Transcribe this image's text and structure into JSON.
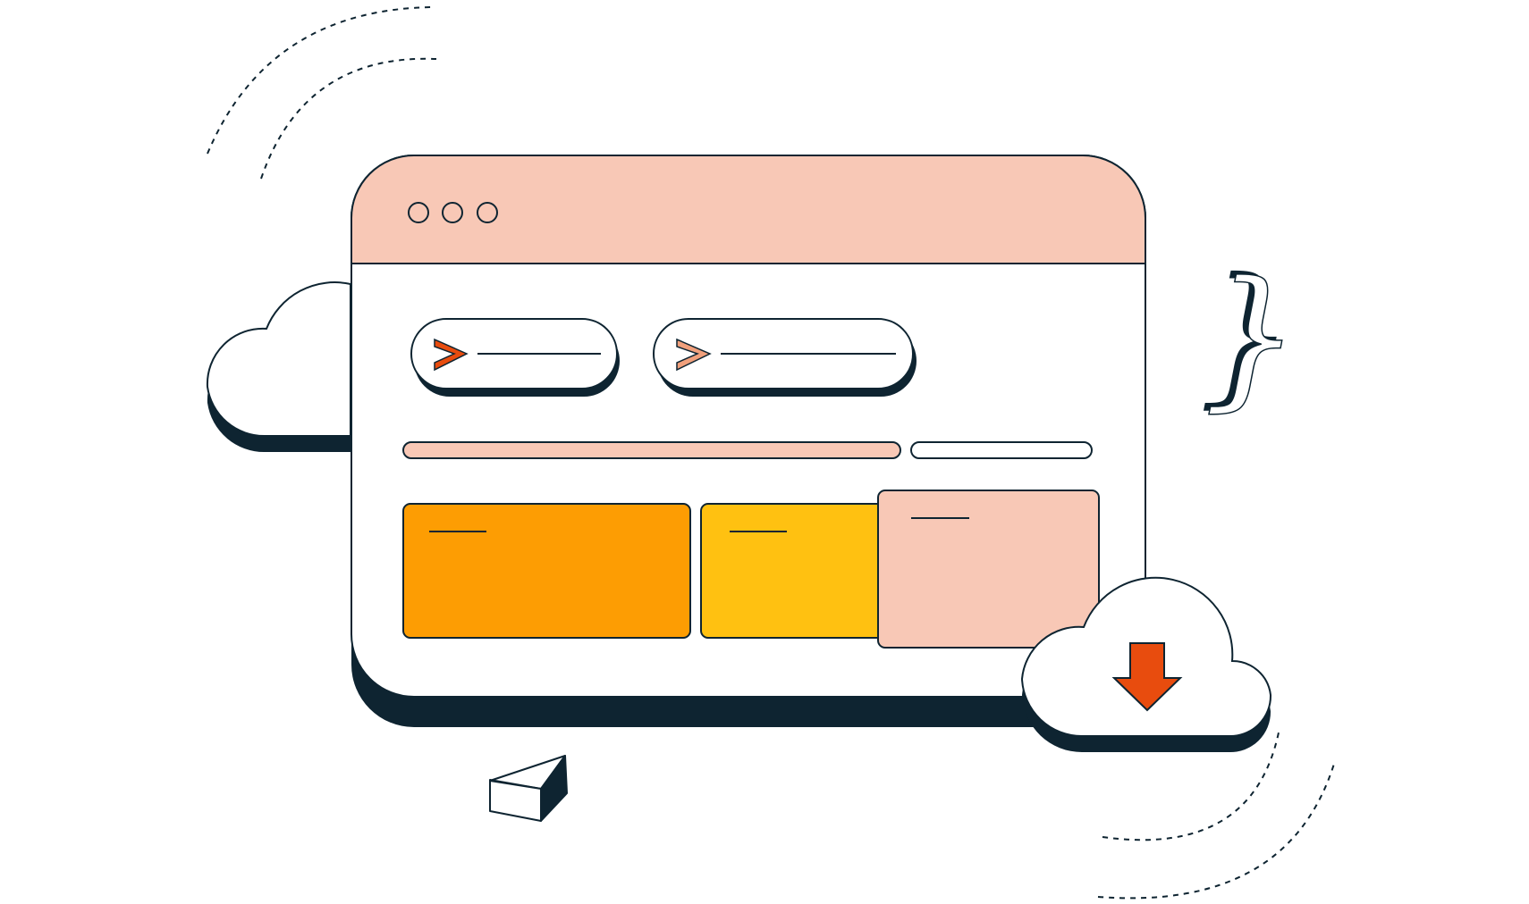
{
  "colors": {
    "ink": "#0e2431",
    "header_peach": "#f8c8b6",
    "panel_white": "#ffffff",
    "accent_red": "#e84c0e",
    "accent_salmon": "#f0a07c",
    "card_orange": "#fd9d03",
    "card_yellow": "#ffc111",
    "card_peach": "#f8c8b6",
    "progress_peach": "#f8c8b6"
  },
  "window": {
    "controls": [
      "dot",
      "dot",
      "dot"
    ]
  },
  "commands": [
    {
      "icon": "chevron-right-icon",
      "accent": "accent_red"
    },
    {
      "icon": "chevron-right-icon",
      "accent": "accent_salmon"
    }
  ],
  "progress": {
    "fill_fraction": 0.7
  },
  "cards": [
    {
      "color": "card_orange"
    },
    {
      "color": "card_yellow"
    },
    {
      "color": "card_peach"
    }
  ],
  "icons": {
    "download": "download-arrow-icon",
    "cloud": "cloud-icon",
    "braces": "curly-brace-icon",
    "cube": "cube-icon"
  }
}
